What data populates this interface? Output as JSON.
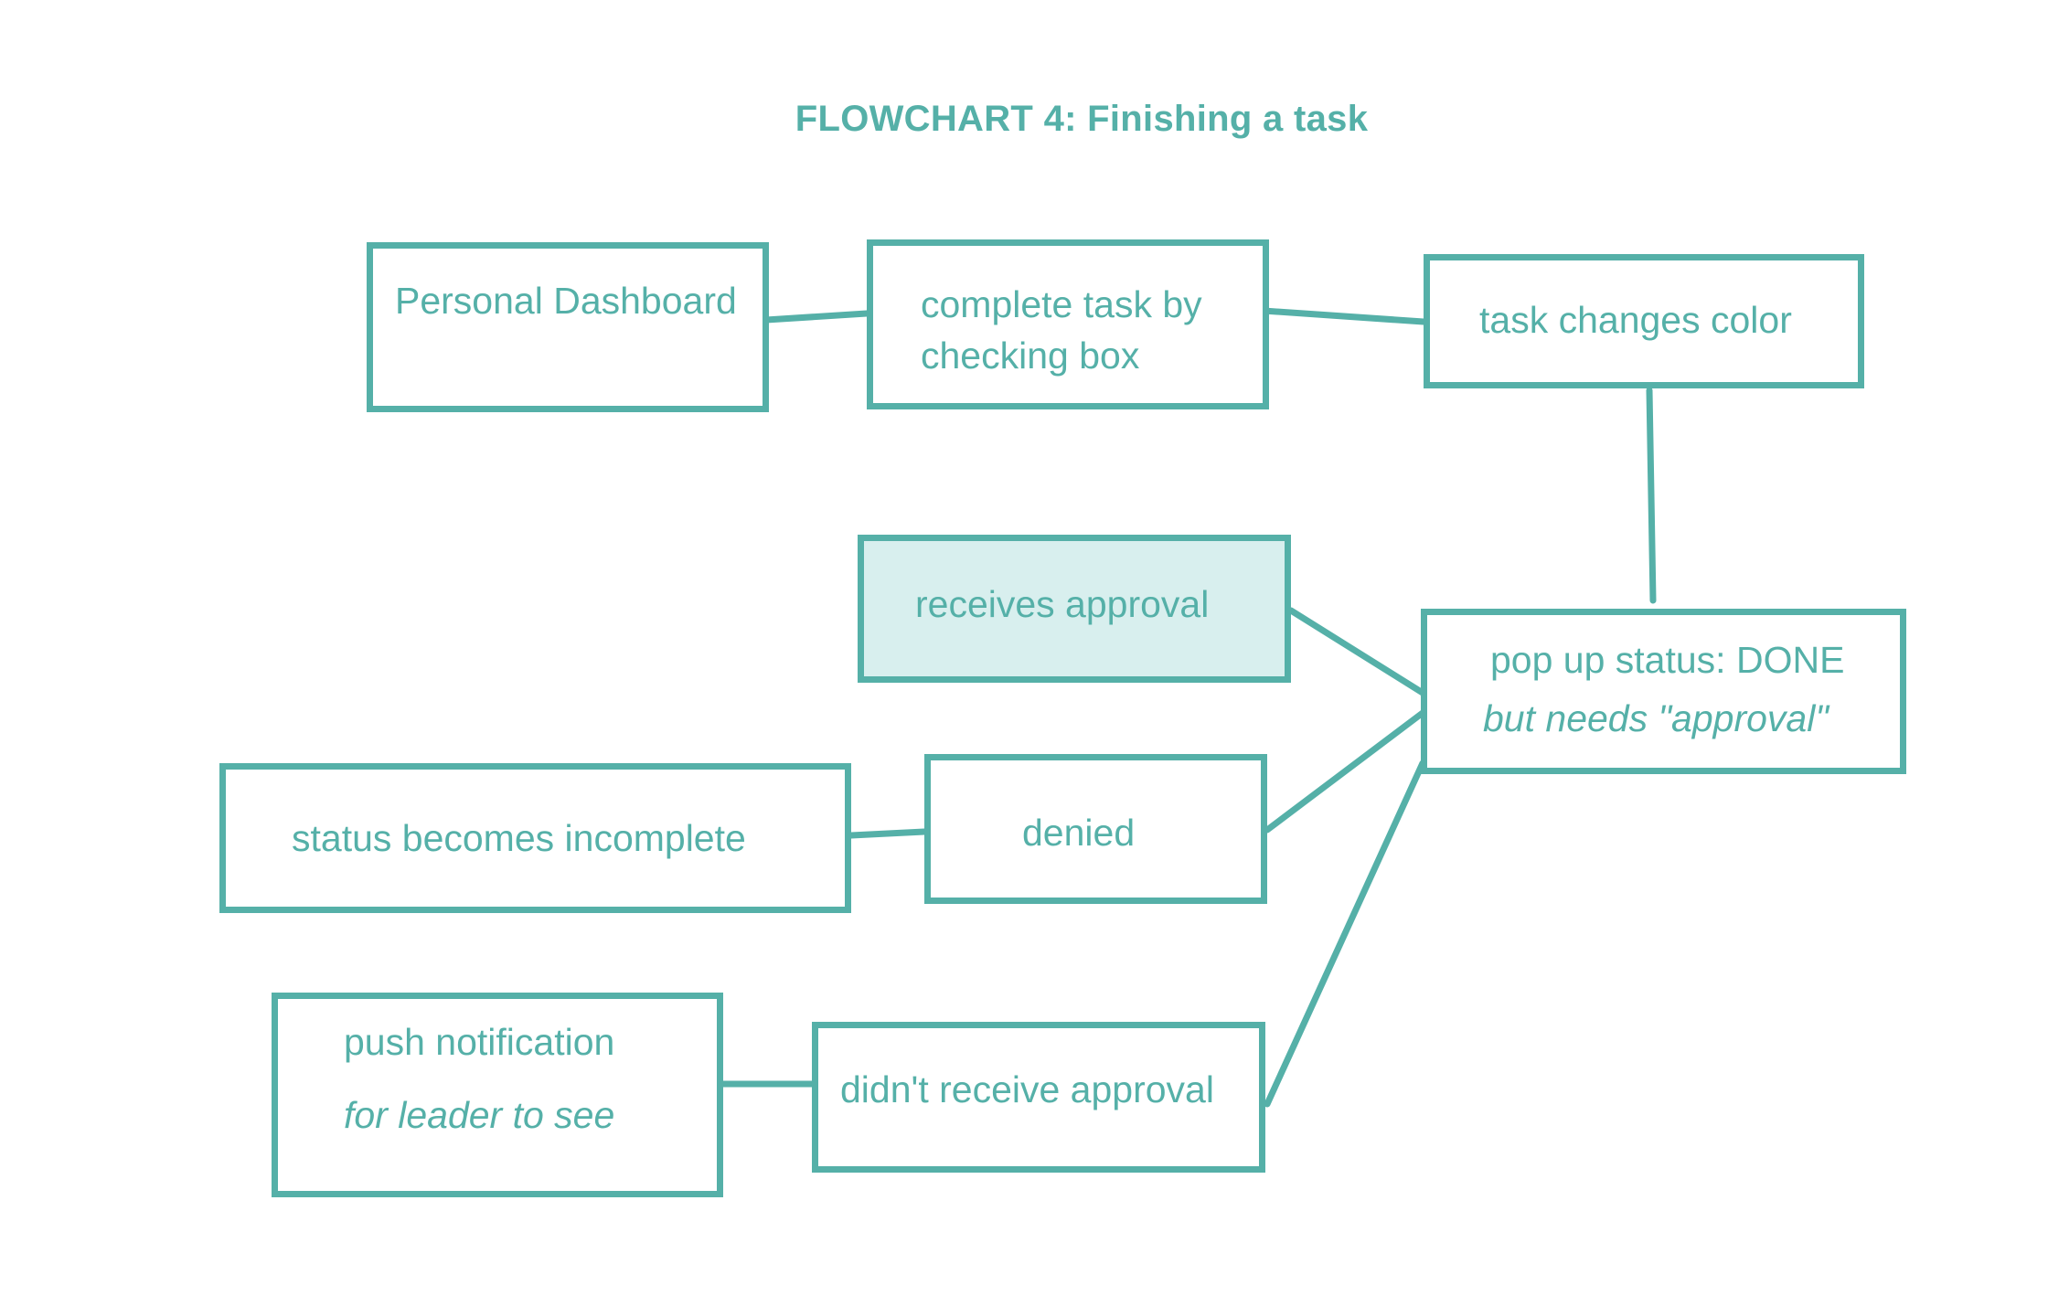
{
  "title": "FLOWCHART 4: Finishing a task",
  "colors": {
    "accent": "#55b0a8",
    "highlight_fill": "#d8efee",
    "background": "#ffffff"
  },
  "nodes": {
    "personal_dashboard": {
      "line1": "Personal Dashboard"
    },
    "complete_task": {
      "line1": "complete task by",
      "line2": "checking box"
    },
    "task_changes_color": {
      "line1": "task changes color"
    },
    "pop_up_status": {
      "line1": "pop up status: DONE",
      "line2": "but needs \"approval\""
    },
    "receives_approval": {
      "line1": "receives approval"
    },
    "denied": {
      "line1": "denied"
    },
    "status_incomplete": {
      "line1": "status becomes incomplete"
    },
    "didnt_receive_approval": {
      "line1": "didn't receive approval"
    },
    "push_notification": {
      "line1": "push notification",
      "line2": "for leader to see"
    }
  },
  "edges": [
    [
      "personal_dashboard",
      "complete_task"
    ],
    [
      "complete_task",
      "task_changes_color"
    ],
    [
      "task_changes_color",
      "pop_up_status"
    ],
    [
      "pop_up_status",
      "receives_approval"
    ],
    [
      "pop_up_status",
      "denied"
    ],
    [
      "pop_up_status",
      "didnt_receive_approval"
    ],
    [
      "denied",
      "status_incomplete"
    ],
    [
      "didnt_receive_approval",
      "push_notification"
    ]
  ]
}
